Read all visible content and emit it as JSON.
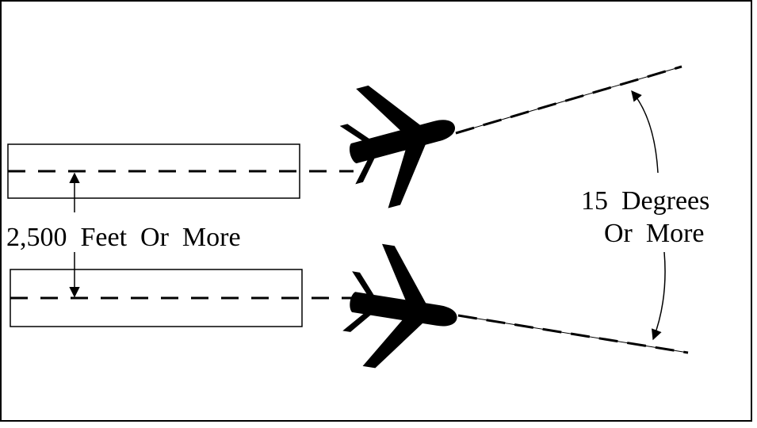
{
  "diagram": {
    "separation_label": "2,500  Feet  Or  More",
    "angle_label_line1": "15  Degrees",
    "angle_label_line2": "Or  More",
    "colors": {
      "ink": "#000000",
      "background": "#ffffff"
    },
    "icons": {
      "aircraft": "airplane-icon",
      "arrow": "arrowhead-icon"
    }
  }
}
